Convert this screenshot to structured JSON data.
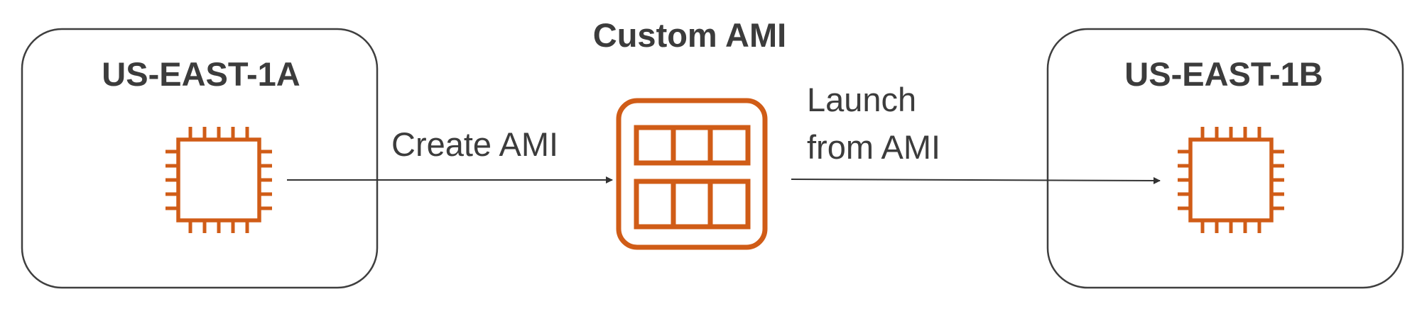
{
  "colors": {
    "icon_accent": "#D05C17",
    "box_border": "#3F3F3F",
    "text": "#3C3C3C",
    "arrow": "#333333"
  },
  "source_zone": {
    "title": "US-EAST-1A",
    "icon": "ec2-instance-chip-icon"
  },
  "target_zone": {
    "title": "US-EAST-1B",
    "icon": "ec2-instance-chip-icon"
  },
  "ami": {
    "title": "Custom AMI",
    "icon": "ami-grid-icon"
  },
  "edges": {
    "create_label": "Create AMI",
    "launch_label_line1": "Launch",
    "launch_label_line2": "from AMI"
  }
}
